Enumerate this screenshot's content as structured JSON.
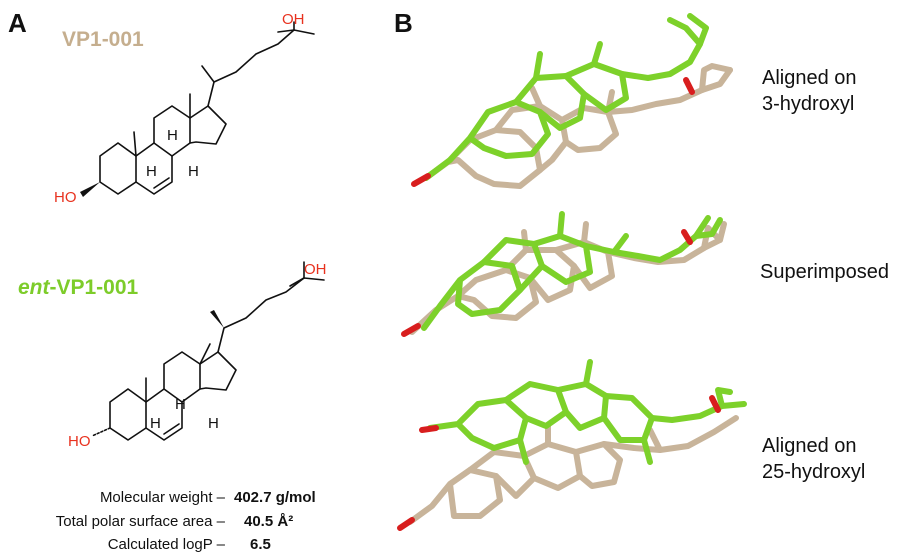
{
  "panels": {
    "a": {
      "letter": "A",
      "molecule_1": {
        "name": "VP1-001",
        "color": "#c5ae8e",
        "hydroxyl_3": "HO",
        "hydroxyl_25": "OH",
        "h_labels": [
          "H",
          "H",
          "H"
        ]
      },
      "molecule_2": {
        "name_prefix": "ent",
        "name_suffix": "-VP1-001",
        "color": "#7dcc2a",
        "hydroxyl_3": "HO",
        "hydroxyl_25": "OH",
        "h_labels": [
          "H",
          "H",
          "H"
        ]
      },
      "properties": [
        {
          "label": "Molecular weight –",
          "value": "402.7 g/mol"
        },
        {
          "label": "Total polar surface area –",
          "value": "40.5 Å²"
        },
        {
          "label": "Calculated logP –",
          "value": "6.5"
        }
      ]
    },
    "b": {
      "letter": "B",
      "labels": {
        "top_line1": "Aligned on",
        "top_line2": "3-hydroxyl",
        "middle": "Superimposed",
        "bottom_line1": "Aligned on",
        "bottom_line2": "25-hydroxyl"
      },
      "colors": {
        "tan": "#c8b49a",
        "green": "#7dd12a",
        "oxygen": "#d81e1e"
      }
    }
  }
}
